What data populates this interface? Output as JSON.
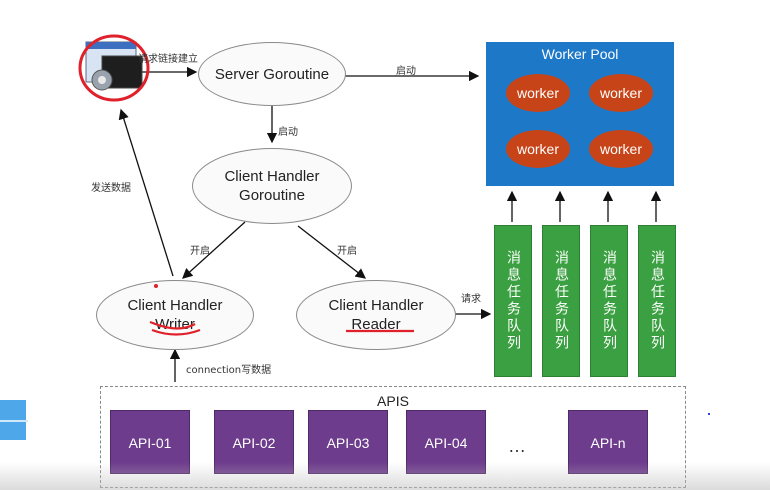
{
  "client_icon": "client-window-icon",
  "server": {
    "label": "Server Goroutine"
  },
  "handler": {
    "line1": "Client Handler",
    "line2": "Goroutine"
  },
  "writer": {
    "line1": "Client Handler",
    "line2": "Writer"
  },
  "reader": {
    "line1": "Client Handler",
    "line2": "Reader"
  },
  "edge_labels": {
    "connect": "请求链接建立",
    "start_pool": "启动",
    "start_handler": "启动",
    "open_writer": "开启",
    "open_reader": "开启",
    "request": "请求",
    "send_data": "发送数据",
    "conn_write": "connection写数据"
  },
  "worker_pool": {
    "title": "Worker Pool",
    "workers": [
      "worker",
      "worker",
      "worker",
      "worker"
    ]
  },
  "queues": [
    "消息任务队列",
    "消息任务队列",
    "消息任务队列",
    "消息任务队列"
  ],
  "apis": {
    "title": "APIS",
    "items": [
      "API-01",
      "API-02",
      "API-03",
      "API-04",
      "API-n"
    ],
    "ellipsis": "…"
  },
  "colors": {
    "pool_bg": "#1e78c8",
    "worker_bg": "#c74418",
    "queue_bg": "#3aa041",
    "api_bg": "#6e3c8c",
    "annotation_red": "#e0202a"
  }
}
